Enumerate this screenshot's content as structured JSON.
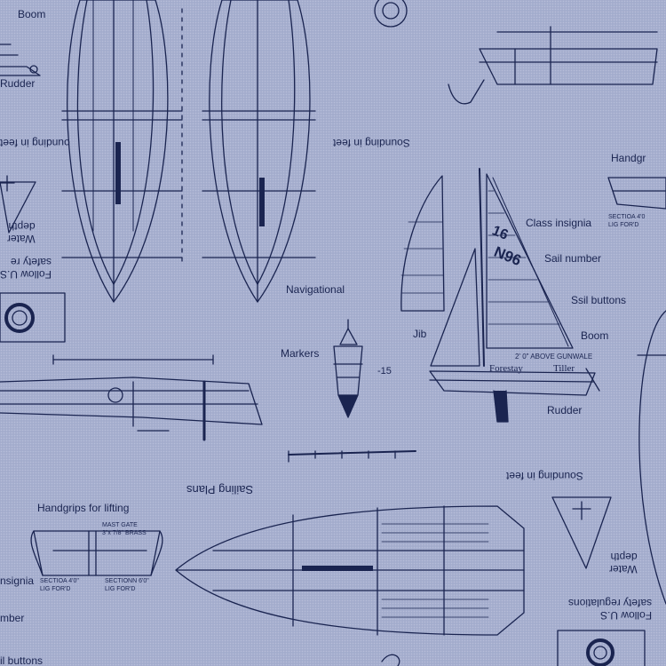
{
  "fabric": {
    "background_color": "#a7b0d0",
    "ink_color": "#1a2450"
  },
  "labels": {
    "sounding_top": "Sounding in feet",
    "sounding_mid": "Sounding in feet",
    "navigational": "Navigational",
    "markers": "Markers",
    "marker_number": "-15",
    "class_insignia": "Class insignia",
    "sail_number": "Sail number",
    "sail_buttons": "Ssil buttons",
    "jib": "Jib",
    "boom_right": "Boom",
    "boom_top_left": "Boom",
    "rudder_right": "Rudder",
    "rudder_left": "Rudder",
    "forestay": "Forestay",
    "tiller": "Tiller",
    "above_gunwale": "2' 0\" ABOVE GUNWALE",
    "sailing_plans": "Sailing Plans",
    "handgrips_left": "Handgrips for lifting",
    "handgrips_right": "Handgr",
    "mast_gate": "MAST GATE",
    "mast_gate_sub": "3\"x 7/8\" BRASS",
    "section_left_1": "SECTIOA 4'0\"",
    "section_left_2": "LIG FOR'D",
    "section_right_1": "SECTIONN 6'0\"",
    "section_right_2": "LIG FOR'D",
    "section_far_right_1": "SECTIOA 4'0",
    "section_far_right_2": "LIG FOR'D",
    "follow_us_left_1": "Follow U.S",
    "follow_us_left_2": "safety re",
    "follow_us_right_1": "Follow U.S",
    "follow_us_right_2": "safety regulations",
    "water_depth_left_1": "Water",
    "water_depth_left_2": "depth",
    "water_depth_right_1": "Water",
    "water_depth_right_2": "depth",
    "sounding_left": "ounding in feet",
    "nsignia_left": "nsignia",
    "mber_left": "mber",
    "il_buttons_left": "il buttons",
    "sail_number_value_1": "16",
    "sail_number_value_2": "N96"
  },
  "icons": [
    "sailboat-drawing",
    "hull-plan-drawing",
    "life-ring-icon",
    "buoy-marker-icon",
    "compass-rose-icon",
    "anchor-icon",
    "scale-bar"
  ]
}
